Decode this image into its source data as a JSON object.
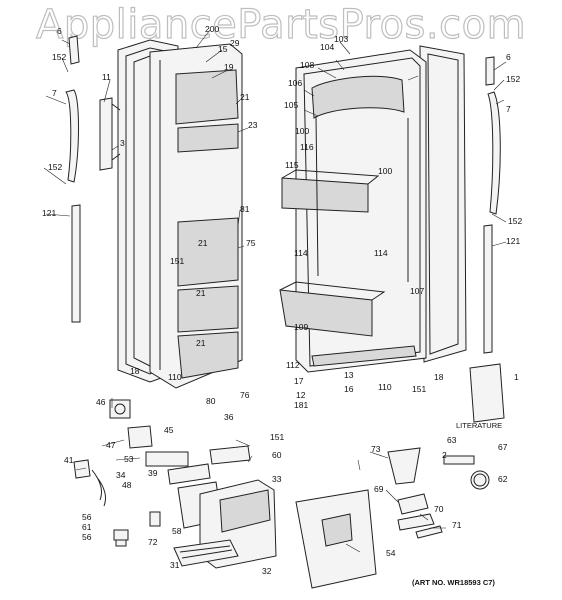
{
  "watermark": "AppliancePartsPros.com",
  "art_number": "(ART NO. WR18593 C7)",
  "literature_label": "LITERATURE",
  "callouts": [
    "6",
    "152",
    "7",
    "11",
    "3",
    "152",
    "121",
    "200",
    "15",
    "29",
    "19",
    "21",
    "23",
    "81",
    "75",
    "151",
    "21",
    "21",
    "21",
    "18",
    "110",
    "80",
    "76",
    "103",
    "104",
    "108",
    "106",
    "105",
    "100",
    "116",
    "115",
    "100",
    "114",
    "114",
    "107",
    "109",
    "112",
    "18",
    "6",
    "152",
    "7",
    "152",
    "121",
    "17",
    "13",
    "16",
    "12",
    "181",
    "110",
    "151",
    "1",
    "46",
    "45",
    "36",
    "47",
    "151",
    "53",
    "60",
    "39",
    "41",
    "34",
    "48",
    "33",
    "56",
    "61",
    "56",
    "72",
    "58",
    "31",
    "32",
    "54",
    "73",
    "63",
    "2",
    "67",
    "62",
    "69",
    "70",
    "71"
  ]
}
